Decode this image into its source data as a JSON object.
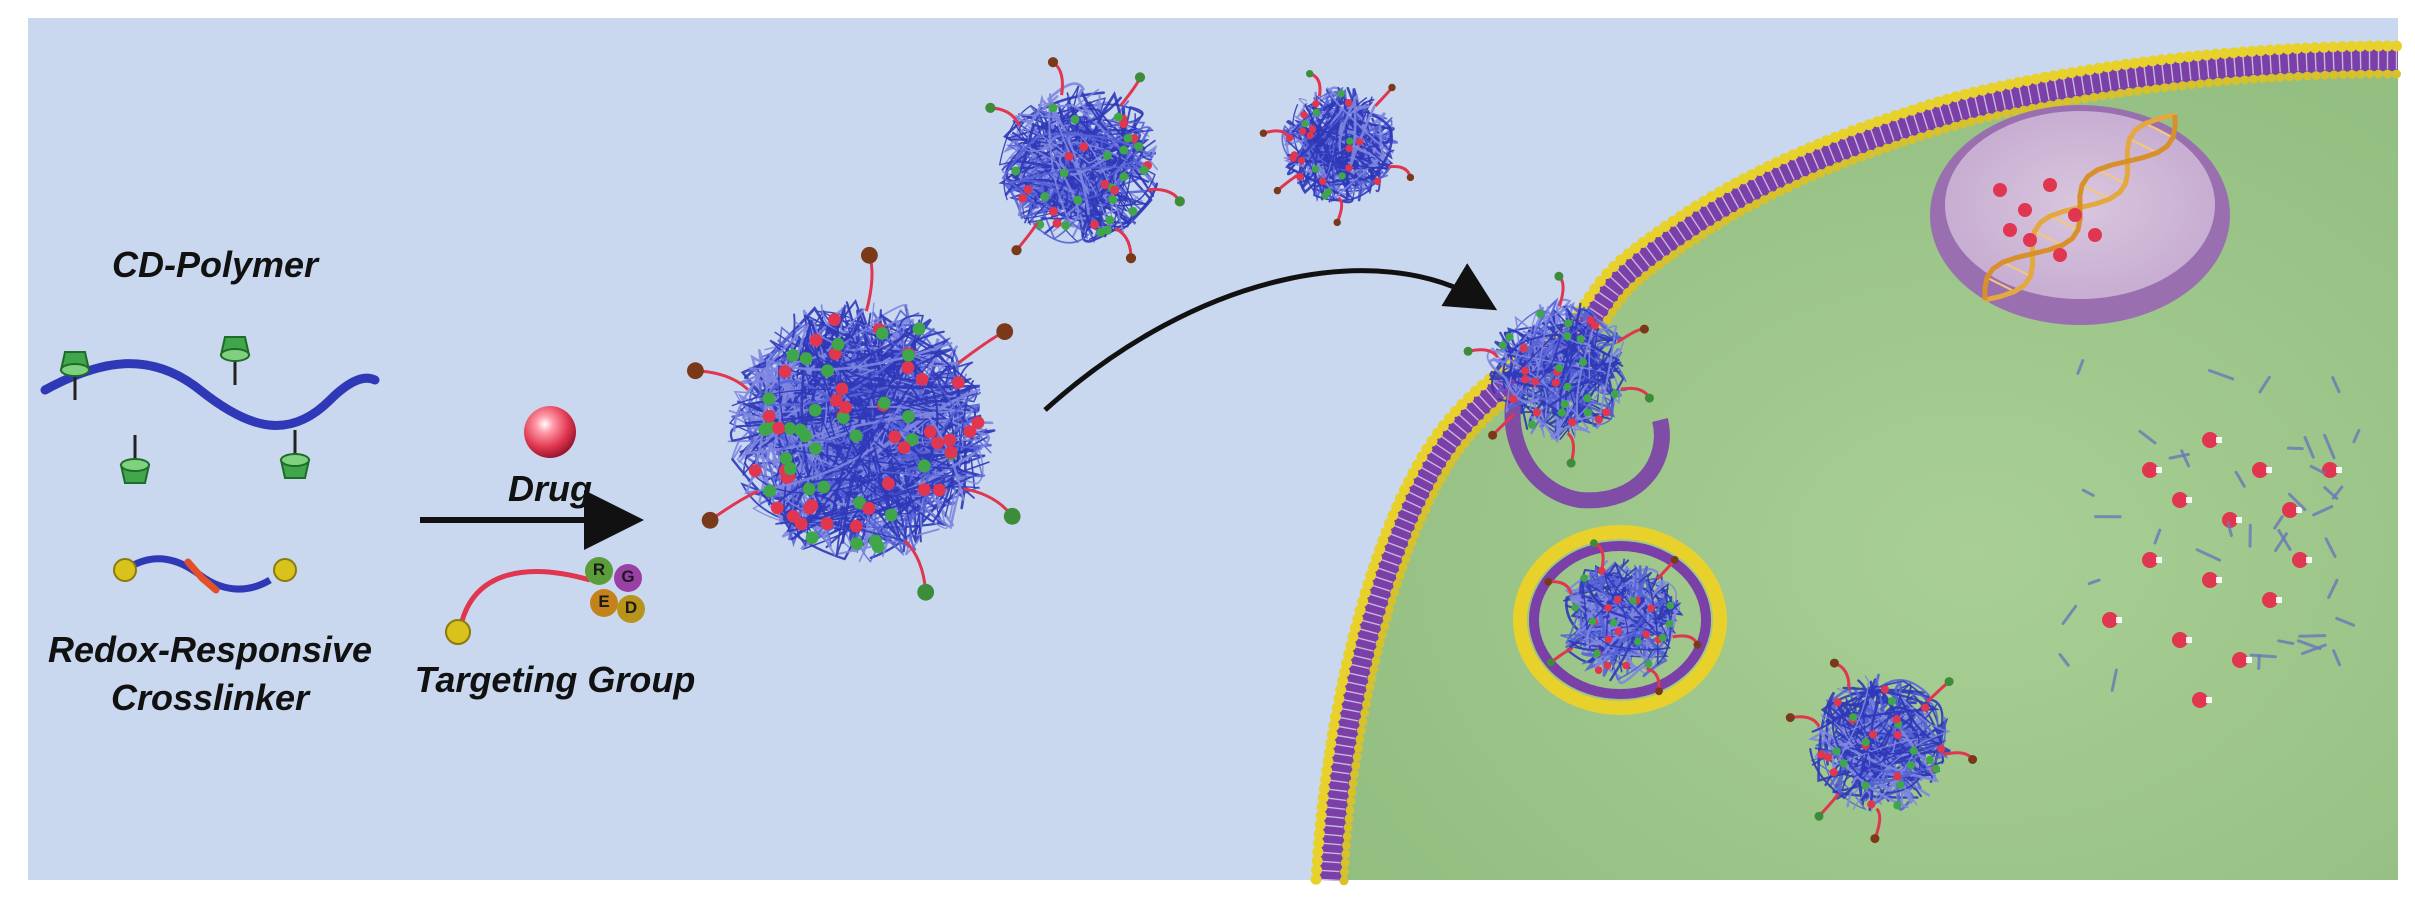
{
  "labels": {
    "cd_polymer": "CD-Polymer",
    "crosslinker_line1": "Redox-Responsive",
    "crosslinker_line2": "Crosslinker",
    "drug": "Drug",
    "targeting_group": "Targeting Group"
  },
  "targeting_letters": [
    "R",
    "G",
    "E",
    "D"
  ],
  "colors": {
    "background": "#c9d8ee",
    "cell_cytoplasm": "#9cc48a",
    "membrane_yellow": "#e8d12a",
    "membrane_purple": "#7b3fa8",
    "polymer_blue": "#2f39b8",
    "cyclodextrin_green": "#3fa64a",
    "drug_red": "#e0364f",
    "linker_orange": "#e2502a",
    "nucleus_purple": "#b27fc4",
    "dna_gold": "#e4a840"
  }
}
